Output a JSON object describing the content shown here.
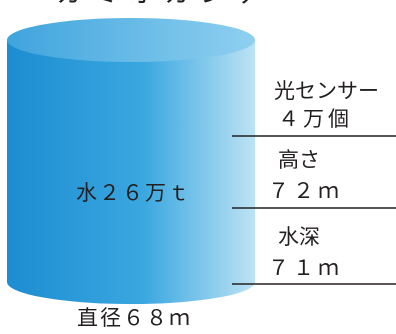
{
  "title_partial": "ーカミオカンデ",
  "tank_label": "水２６万ｔ",
  "sensor": {
    "label": "光センサー",
    "value": "４万個"
  },
  "height": {
    "label": "高さ",
    "value": "７２ｍ"
  },
  "depth": {
    "label": "水深",
    "value": "７１ｍ"
  },
  "diameter": "直径６８ｍ",
  "colors": {
    "tank_dark": "#1e8fd2",
    "tank_light": "#b8e0f4",
    "top_ellipse": "#5cb6e6",
    "line": "#231f20"
  }
}
